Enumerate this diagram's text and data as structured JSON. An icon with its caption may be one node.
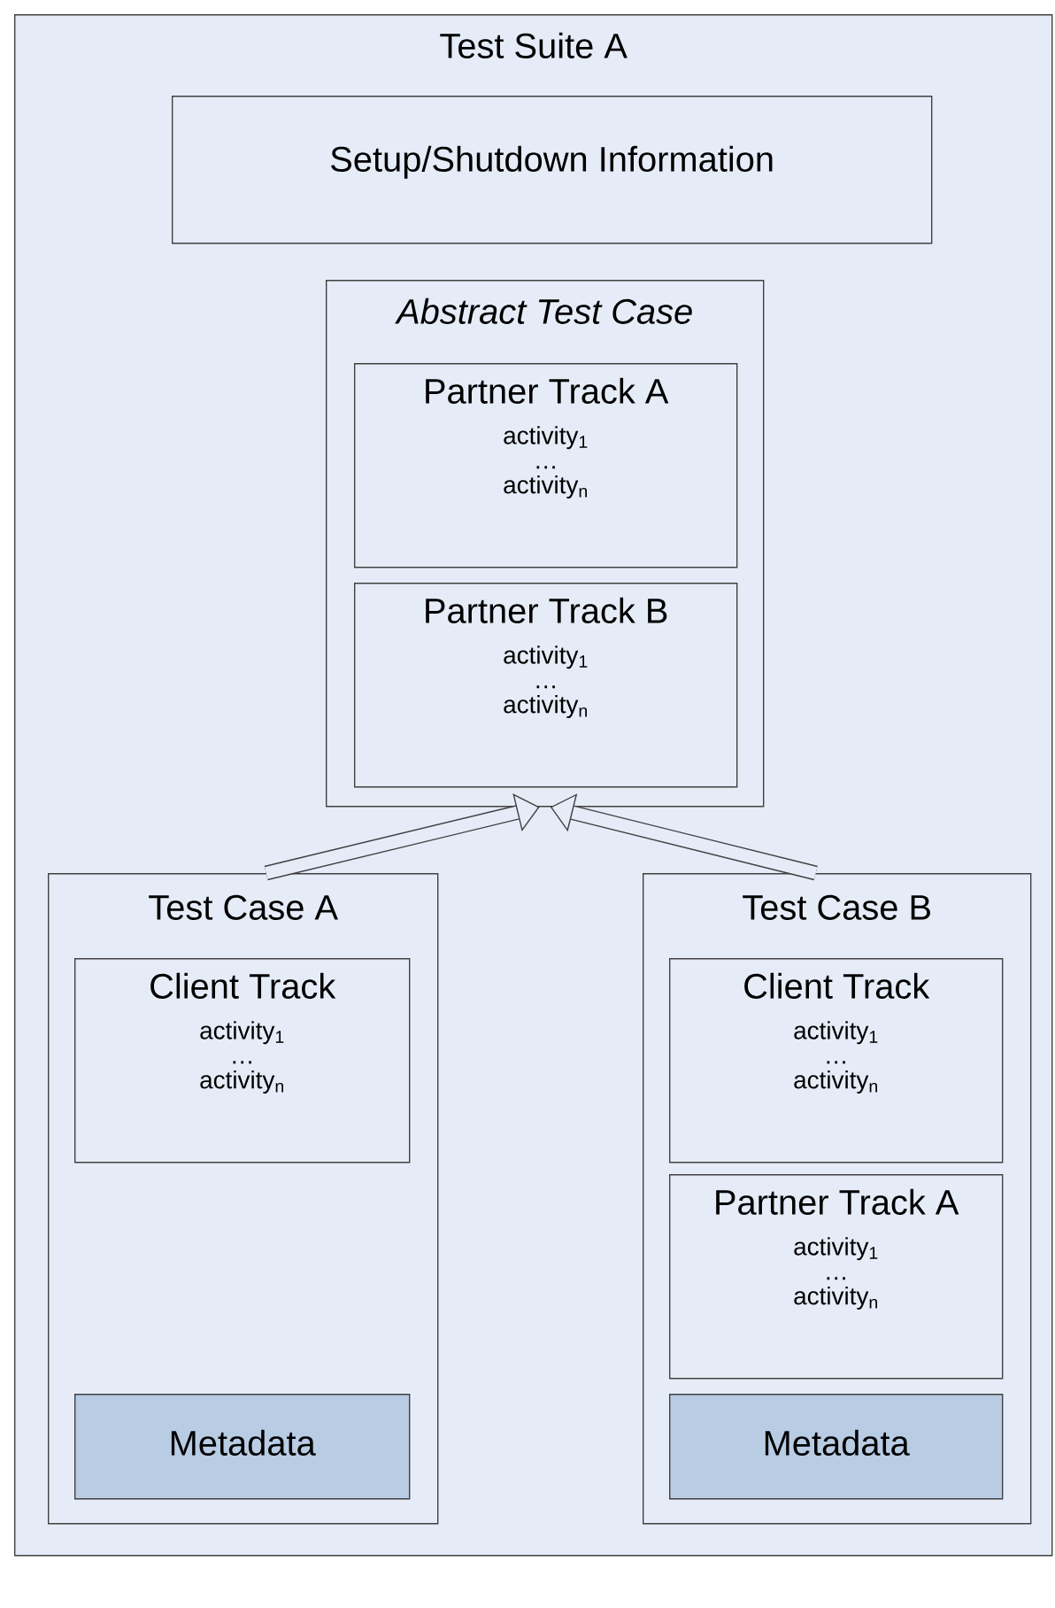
{
  "diagram": {
    "nodes": [
      {
        "text": [
          "Test Suite A"
        ]
      },
      {
        "text": [
          "Setup/Shutdown Information"
        ],
        "in": 0
      },
      {
        "text": [
          "Abstract Test Case"
        ],
        "in": 0
      },
      {
        "text": [
          "Partner Track A",
          "activity$_{1}$",
          "…",
          "activity$_{n}$"
        ],
        "in": 2
      },
      {
        "text": [
          "Partner Track B",
          "activity$_{1}$",
          "…",
          "activity$_{n}$"
        ],
        "in": 2
      },
      {
        "text": [
          "Test Case A"
        ],
        "in": 0
      },
      {
        "text": [
          "Client Track",
          "activity$_{1}$",
          "…",
          "activity$_{n}$"
        ],
        "in": 5
      },
      {
        "text": [
          "Metadata"
        ],
        "in": 5
      },
      {
        "text": [
          "Test Case B"
        ],
        "in": 0
      },
      {
        "text": [
          "Client Track",
          "activity$_{1}$",
          "…",
          "activity$_{n}$"
        ],
        "in": 8
      },
      {
        "text": [
          "Partner Track A",
          "activity$_{1}$",
          "…",
          "activity$_{n}$"
        ],
        "in": 8
      },
      {
        "text": [
          "Metadata"
        ],
        "in": 8
      }
    ],
    "edges": [
      {
        "from": 5,
        "to": 2,
        "arrow": "to"
      },
      {
        "from": 8,
        "to": 2,
        "arrow": "to"
      }
    ]
  }
}
